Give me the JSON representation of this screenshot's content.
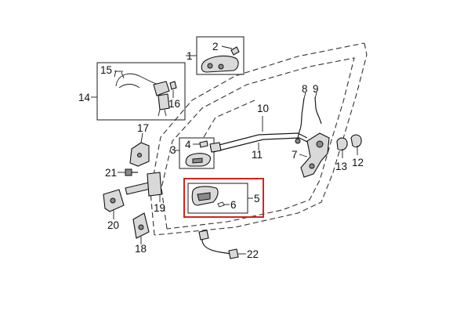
{
  "callouts": {
    "c1": "1",
    "c2": "2",
    "c3": "3",
    "c4": "4",
    "c5": "5",
    "c6": "6",
    "c7": "7",
    "c8": "8",
    "c9": "9",
    "c10": "10",
    "c11": "11",
    "c12": "12",
    "c13": "13",
    "c14": "14",
    "c15": "15",
    "c16": "16",
    "c17": "17",
    "c18": "18",
    "c19": "19",
    "c20": "20",
    "c21": "21",
    "c22": "22"
  },
  "highlight": {
    "part": "5",
    "color": "#d0261c"
  },
  "colors": {
    "line": "#1a1a1a",
    "part_fill": "#d9d9d9",
    "highlight": "#d0261c"
  }
}
